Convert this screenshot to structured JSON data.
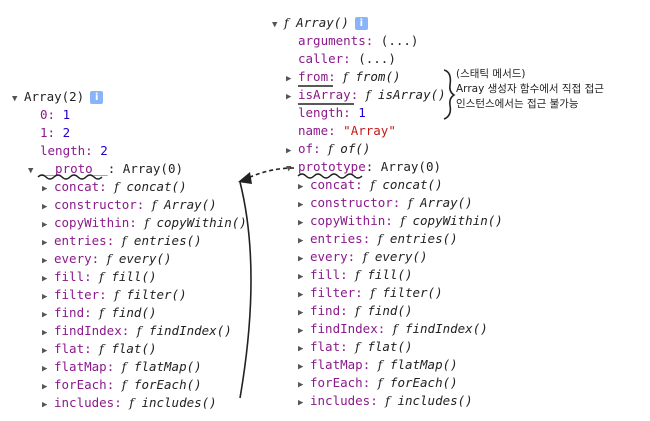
{
  "left": {
    "title": "Array(2)",
    "info_badge": "i",
    "props": [
      {
        "key": "0",
        "value": "1"
      },
      {
        "key": "1",
        "value": "2"
      },
      {
        "key": "length",
        "value": "2"
      }
    ],
    "proto_key": "__proto__",
    "proto_value": "Array(0)",
    "methods": [
      {
        "key": "concat",
        "fn": "concat()"
      },
      {
        "key": "constructor",
        "fn": "Array()"
      },
      {
        "key": "copyWithin",
        "fn": "copyWithin()"
      },
      {
        "key": "entries",
        "fn": "entries()"
      },
      {
        "key": "every",
        "fn": "every()"
      },
      {
        "key": "fill",
        "fn": "fill()"
      },
      {
        "key": "filter",
        "fn": "filter()"
      },
      {
        "key": "find",
        "fn": "find()"
      },
      {
        "key": "findIndex",
        "fn": "findIndex()"
      },
      {
        "key": "flat",
        "fn": "flat()"
      },
      {
        "key": "flatMap",
        "fn": "flatMap()"
      },
      {
        "key": "forEach",
        "fn": "forEach()"
      },
      {
        "key": "includes",
        "fn": "includes()"
      }
    ]
  },
  "right": {
    "title": "Array()",
    "f_symbol": "f",
    "info_badge": "i",
    "arguments_key": "arguments",
    "arguments_value": "(...)",
    "caller_key": "caller",
    "caller_value": "(...)",
    "from_key": "from",
    "from_fn": "from()",
    "isArray_key": "isArray",
    "isArray_fn": "isArray()",
    "length_key": "length",
    "length_value": "1",
    "name_key": "name",
    "name_value": "\"Array\"",
    "of_key": "of",
    "of_fn": "of()",
    "prototype_key": "prototype",
    "prototype_value": "Array(0)",
    "methods": [
      {
        "key": "concat",
        "fn": "concat()"
      },
      {
        "key": "constructor",
        "fn": "Array()"
      },
      {
        "key": "copyWithin",
        "fn": "copyWithin()"
      },
      {
        "key": "entries",
        "fn": "entries()"
      },
      {
        "key": "every",
        "fn": "every()"
      },
      {
        "key": "fill",
        "fn": "fill()"
      },
      {
        "key": "filter",
        "fn": "filter()"
      },
      {
        "key": "find",
        "fn": "find()"
      },
      {
        "key": "findIndex",
        "fn": "findIndex()"
      },
      {
        "key": "flat",
        "fn": "flat()"
      },
      {
        "key": "flatMap",
        "fn": "flatMap()"
      },
      {
        "key": "forEach",
        "fn": "forEach()"
      },
      {
        "key": "includes",
        "fn": "includes()"
      }
    ]
  },
  "annotation": {
    "line1": "(스태틱 메서드)",
    "line2": "Array 생성자 함수에서 직접 접근",
    "line3": "인스턴스에서는 접근 불가능"
  }
}
